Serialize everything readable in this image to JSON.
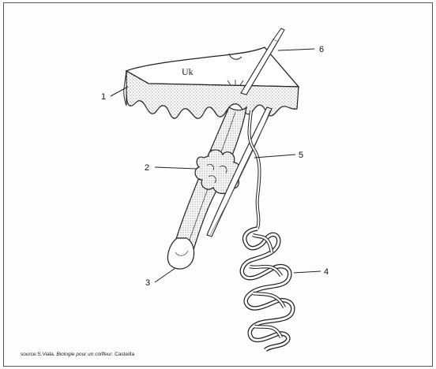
{
  "labels": [
    "1",
    "2",
    "3",
    "4",
    "5",
    "6"
  ],
  "source": {
    "prefix": "source:S.Viala, ",
    "book": "Biologie pour un coiffeur",
    "publisher": ". Casteilla"
  }
}
